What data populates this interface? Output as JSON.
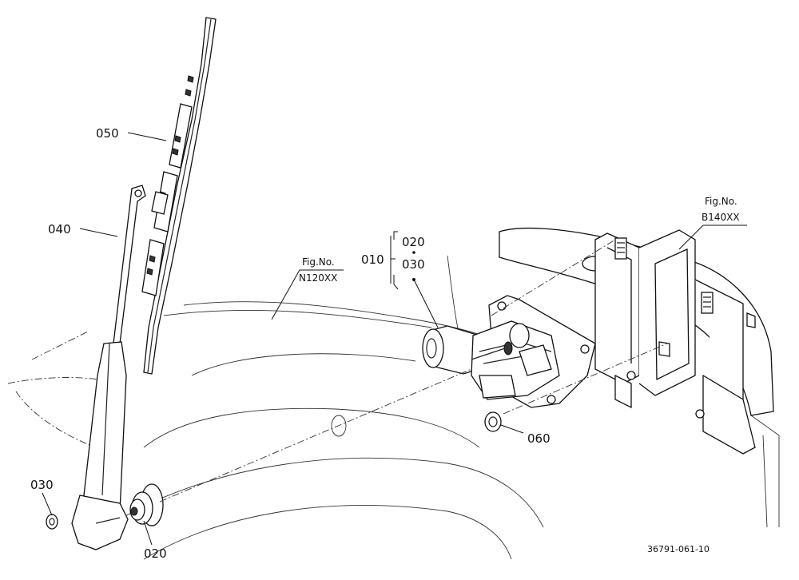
{
  "diagram": {
    "labels": {
      "p050": "050",
      "p040": "040",
      "p010": "010",
      "p010_sub_a": "020",
      "p010_sub_b": "030",
      "p030": "030",
      "p020": "020",
      "p060": "060",
      "ref_n120_title": "Fig.No.",
      "ref_n120_code": "N120XX",
      "ref_b140_title": "Fig.No.",
      "ref_b140_code": "B140XX",
      "drawing_code": "36791-061-10"
    }
  }
}
